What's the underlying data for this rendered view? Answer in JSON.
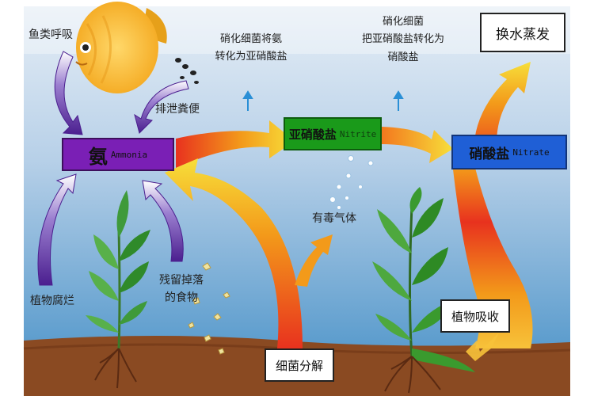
{
  "nodes": {
    "ammonia": {
      "zh": "氨",
      "en": "Ammonia",
      "color": "#7a1fb5"
    },
    "nitrite": {
      "zh": "亚硝酸盐",
      "en": "Nitrite",
      "color": "#1a9a1a"
    },
    "nitrate": {
      "zh": "硝酸盐",
      "en": "Nitrate",
      "color": "#1f5fd6"
    },
    "water_change": {
      "label": "换水蒸发"
    }
  },
  "labels": {
    "fish_breathing": "鱼类呼吸",
    "excretion": "排泄粪便",
    "bacteria_1": [
      "硝化细菌将氨",
      "转化为亚硝酸盐"
    ],
    "bacteria_2": [
      "硝化细菌",
      "把亚硝酸盐转化为",
      "硝酸盐"
    ],
    "toxic_gas": "有毒气体",
    "plant_decay": "植物腐烂",
    "leftover_food": [
      "残留掉落",
      "的食物"
    ],
    "bacterial_decomposition": "细菌分解",
    "plant_absorption": "植物吸收"
  },
  "colors": {
    "water_top": "#dfe8f2",
    "water_bottom": "#5f9fcf",
    "soil": "#8a4a22",
    "arrow_red": "#e8321e",
    "arrow_orange": "#f39a1a",
    "arrow_yellow": "#f7df3a",
    "arrow_purple": "#6b35b0",
    "fish": "#f5c23a"
  }
}
